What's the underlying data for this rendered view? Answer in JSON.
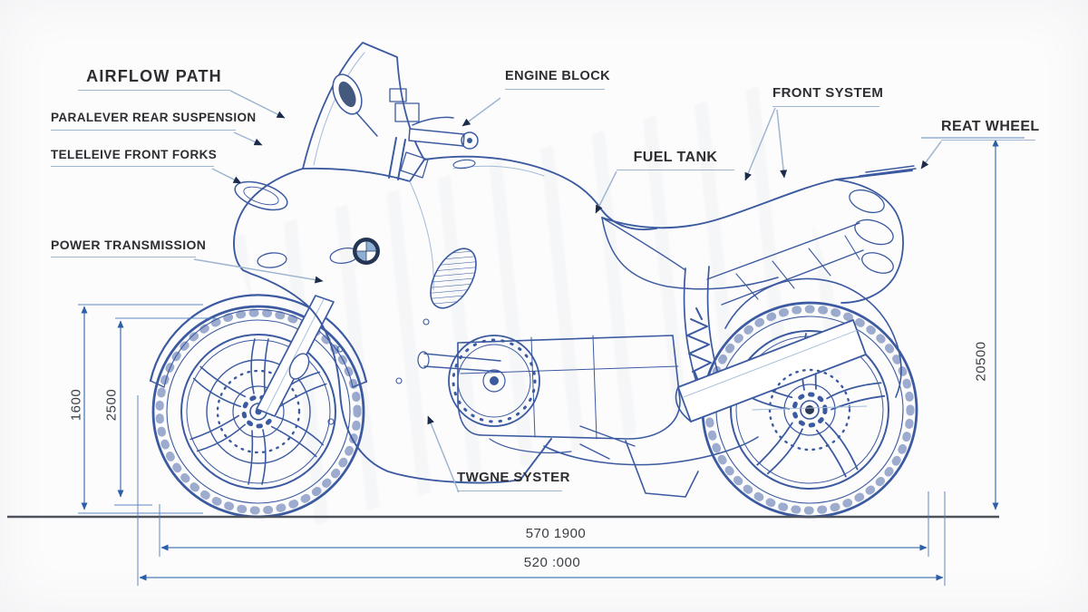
{
  "page": {
    "type": "technical-blueprint",
    "subject": "sport-touring motorcycle, left side view, annotated line drawing"
  },
  "colors": {
    "line_blue": "#3b5aa0",
    "line_light": "#a3bbd8",
    "leader_line": "#9fb6d0",
    "leader_arrow": "#1c2b4a",
    "dimension_line": "#4a7cb8",
    "dimension_arrow": "#2d5fa8",
    "label_text": "#2e2e32",
    "ground_line": "#4e525c",
    "background": "#fcfcfd",
    "logo_ring": "#253654",
    "logo_quarter": "#8fb0d5"
  },
  "part_labels": [
    {
      "id": "airflow-path",
      "text": "AIRFLOW PATH"
    },
    {
      "id": "paralever-rear-suspension",
      "text": "PARALEVER REAR SUSPENSION"
    },
    {
      "id": "teleleive-front-forks",
      "text": "TELELEIVE FRONT FORKS"
    },
    {
      "id": "power-transmission",
      "text": "POWER TRANSMISSION"
    },
    {
      "id": "engine-block",
      "text": "ENGINE BLOCK"
    },
    {
      "id": "fuel-tank",
      "text": "FUEL TANK"
    },
    {
      "id": "front-system",
      "text": "FRONT SYSTEM"
    },
    {
      "id": "reat-wheel",
      "text": "REAT WHEEL"
    },
    {
      "id": "twgne-syster",
      "text": "TWGNE SYSTER"
    }
  ],
  "dimensions": {
    "left_outer": {
      "value": "1600",
      "orientation": "vertical"
    },
    "left_inner": {
      "value": "2500",
      "orientation": "vertical"
    },
    "right": {
      "value": "20500",
      "orientation": "vertical"
    },
    "bottom_upper": {
      "value": "570 1900",
      "orientation": "horizontal"
    },
    "bottom_lower": {
      "value": "520 :000",
      "orientation": "horizontal"
    }
  },
  "logo": {
    "name": "bmw-roundel"
  }
}
